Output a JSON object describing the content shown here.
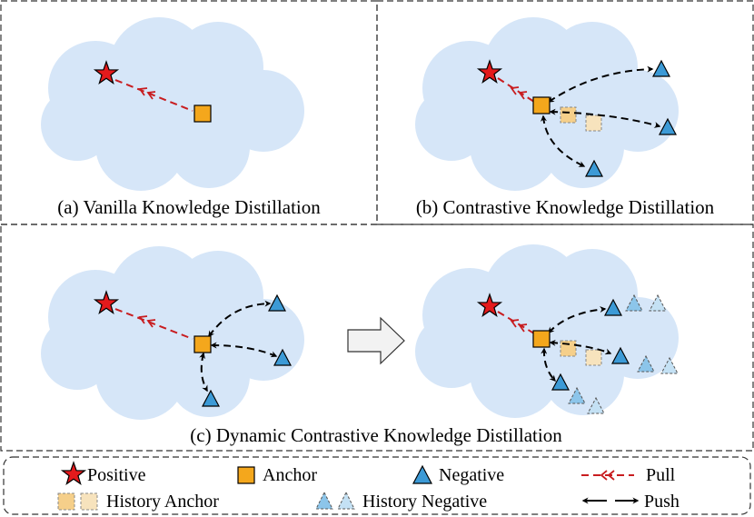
{
  "panels": {
    "a": {
      "caption": "(a) Vanilla Knowledge Distillation"
    },
    "b": {
      "caption": "(b) Contrastive Knowledge Distillation"
    },
    "c": {
      "caption": "(c) Dynamic Contrastive Knowledge Distillation"
    }
  },
  "legend": {
    "positive": "Positive",
    "anchor": "Anchor",
    "negative": "Negative",
    "pull": "Pull",
    "history_anchor": "History Anchor",
    "history_negative": "History Negative",
    "push": "Push"
  },
  "colors": {
    "cloud": "#d6e6f8",
    "positive": "#e41a1c",
    "anchor": "#f4a71c",
    "negative": "#3c9ad6",
    "pull": "#c81d20",
    "history_anchor_1": "#f5cf8a",
    "history_anchor_2": "#f7e3bd",
    "history_negative_1": "#8cc5ea",
    "history_negative_2": "#c4e1f4",
    "border": "#333333"
  }
}
